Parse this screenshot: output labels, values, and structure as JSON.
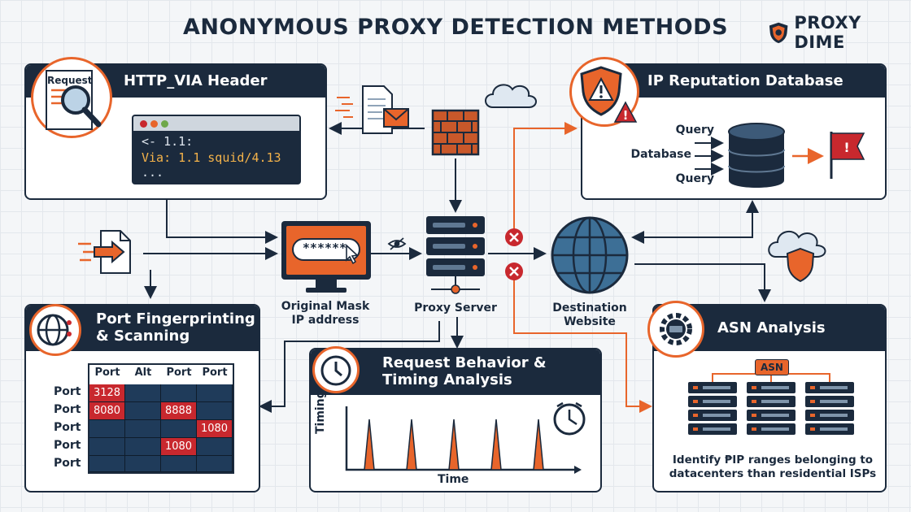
{
  "title": "ANONYMOUS PROXY DETECTION METHODS",
  "brand": {
    "name": "PROXY DIME",
    "icon": "shield-logo-icon"
  },
  "colors": {
    "navy": "#1b2a3d",
    "orange": "#e8652b",
    "red": "#c8282e",
    "steel": "#1f3b5a"
  },
  "http_via": {
    "title": "HTTP_VIA Header Analysis",
    "doc_label": "Request",
    "terminal_lines": [
      "<- 1.1:",
      "Via: 1.1 squid/4.13",
      "..."
    ]
  },
  "ip_reputation": {
    "title": "IP Reputation Database Check",
    "rows": [
      "Query",
      "Database",
      "Query"
    ]
  },
  "center": {
    "original_label": "Original Mask\nIP address",
    "password_mask": "******",
    "proxy_label": "Proxy Server",
    "destination_label": "Destination\nWebsite"
  },
  "port_scan": {
    "title": "Port Fingerprinting\n& Scanning",
    "headers": [
      "Port",
      "Alt",
      "Port",
      "Port"
    ],
    "row_labels": [
      "Port",
      "Port",
      "Port",
      "Port",
      "Port"
    ],
    "cells": [
      [
        "3128",
        "",
        "",
        ""
      ],
      [
        "8080",
        "",
        "8888",
        ""
      ],
      [
        "",
        "",
        "",
        "1080"
      ],
      [
        "",
        "",
        "1080",
        ""
      ],
      [
        "",
        "",
        "",
        ""
      ]
    ]
  },
  "timing": {
    "title": "Request Behavior &\nTiming Analysis",
    "x_label": "Time",
    "y_label": "Timing"
  },
  "asn": {
    "title": "ASN Analysis",
    "badge": "ASN",
    "caption": "Identify ₱IP ranges belonging to\ndatacenters than residential ISPs"
  }
}
